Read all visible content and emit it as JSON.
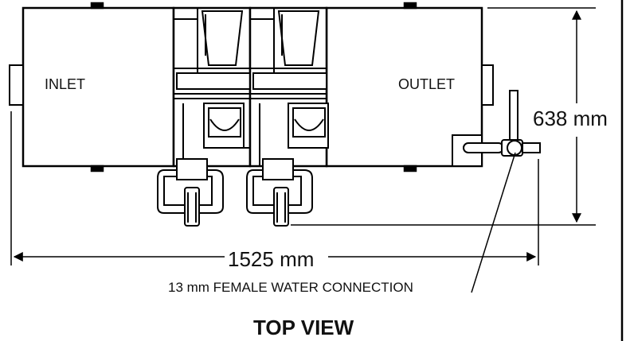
{
  "labels": {
    "inlet": "INLET",
    "outlet": "OUTLET",
    "depth": "638 mm",
    "width": "1525 mm",
    "connection": "13 mm FEMALE WATER CONNECTION",
    "view_title": "TOP VIEW"
  }
}
